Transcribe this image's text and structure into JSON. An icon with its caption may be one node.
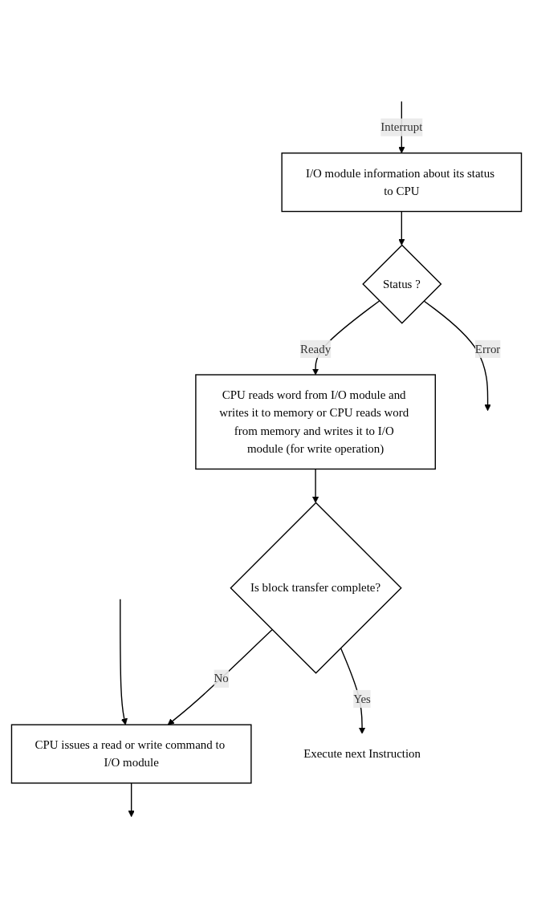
{
  "diagram": {
    "nodes": [
      {
        "text": [
          "CPU issues a read or write command to I/O module"
        ]
      },
      {
        "text": [
          "I/O module information about its status to CPU"
        ]
      },
      {
        "text": [
          "Status ?"
        ]
      },
      {
        "text": [
          "CPU reads word from I/O module and writes it to memory or CPU reads word from memory and writes it to I/O module (for write operation)"
        ]
      },
      {
        "text": [
          "Is block transfer complete?"
        ]
      },
      {
        "text": [
          "Execute next Instruction"
        ]
      }
    ],
    "edges": [
      {
        "from": null,
        "to": 0,
        "arrow": "to"
      },
      {
        "from": 0,
        "to": null,
        "arrow": "to"
      },
      {
        "from": null,
        "to": 1,
        "arrow": "to",
        "label": "Interrupt"
      },
      {
        "from": 1,
        "to": 2,
        "arrow": "to"
      },
      {
        "from": 2,
        "to": null,
        "arrow": "to",
        "label": "Error"
      },
      {
        "from": 2,
        "to": 3,
        "arrow": "to",
        "label": "Ready"
      },
      {
        "from": 3,
        "to": 4,
        "arrow": "to"
      },
      {
        "from": 4,
        "to": 0,
        "arrow": "to",
        "label": "No"
      },
      {
        "from": 4,
        "to": 5,
        "arrow": "to",
        "label": "Yes"
      }
    ]
  }
}
